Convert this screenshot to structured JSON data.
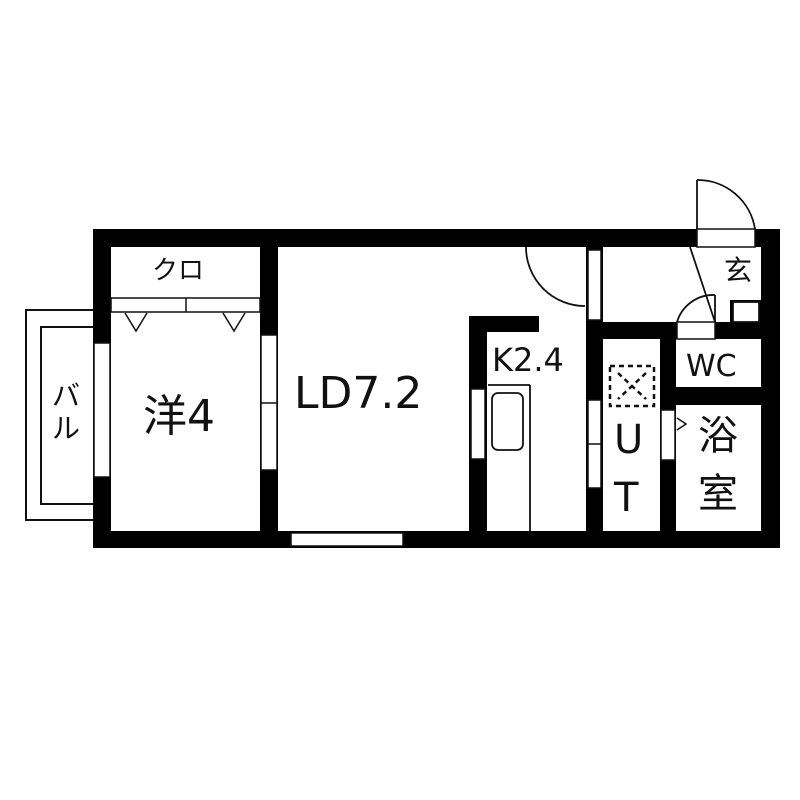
{
  "floorplan": {
    "colors": {
      "wall": "#000000",
      "background": "#ffffff",
      "line": "#111111"
    },
    "rooms": {
      "western": {
        "label": "洋4"
      },
      "closet": {
        "label": "クロ"
      },
      "balcony": {
        "label_top": "バ",
        "label_bottom": "ル"
      },
      "ld": {
        "label": "LD7.2"
      },
      "kitchen": {
        "label": "K2.4"
      },
      "entrance": {
        "label": "玄"
      },
      "wc": {
        "label": "WC"
      },
      "ut": {
        "label_top": "U",
        "label_bottom": "T"
      },
      "bath": {
        "label_top": "浴",
        "label_bottom": "室"
      }
    }
  }
}
